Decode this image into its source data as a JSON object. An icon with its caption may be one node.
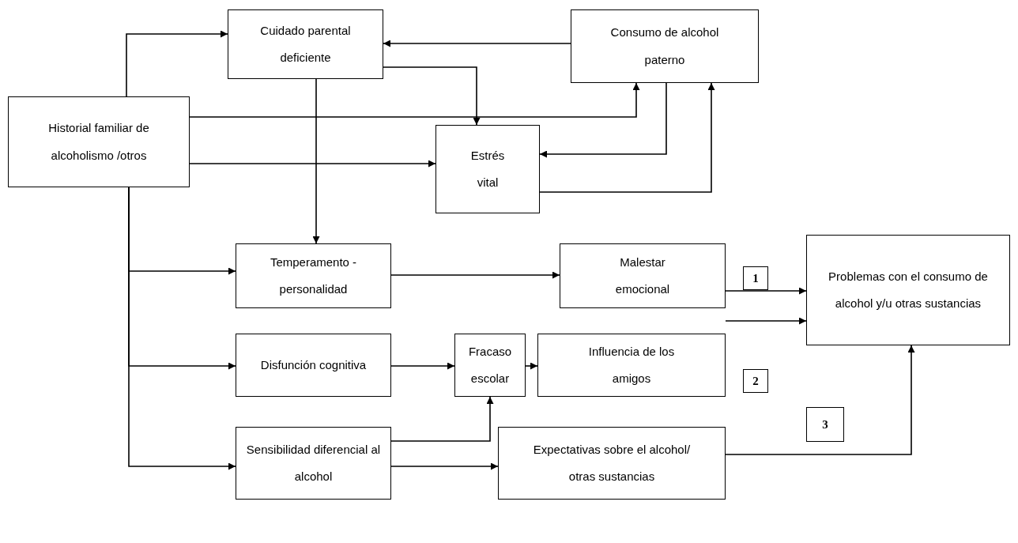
{
  "diagram": {
    "nodes": [
      {
        "text": [
          "Historial familiar de alcoholismo /otros"
        ]
      },
      {
        "text": [
          "Cuidado parental deficiente"
        ]
      },
      {
        "text": [
          "Consumo de alcohol paterno"
        ]
      },
      {
        "text": [
          "Estrés vital"
        ]
      },
      {
        "text": [
          "Temperamento - personalidad"
        ]
      },
      {
        "text": [
          "Malestar emocional"
        ]
      },
      {
        "text": [
          "Problemas con el consumo de alcohol y/u otras sustancias"
        ]
      },
      {
        "text": [
          "Disfunción cognitiva"
        ]
      },
      {
        "text": [
          "Fracaso escolar"
        ]
      },
      {
        "text": [
          "Influencia de los amigos"
        ]
      },
      {
        "text": [
          "Sensibilidad diferencial al alcohol"
        ]
      },
      {
        "text": [
          "Expectativas sobre el alcohol/ otras sustancias"
        ]
      },
      {
        "text": [
          "1"
        ]
      },
      {
        "text": [
          "2"
        ]
      },
      {
        "text": [
          "3"
        ]
      }
    ],
    "edges": [
      {
        "from": 0,
        "to": 1,
        "arrow": "to"
      },
      {
        "from": 2,
        "to": 1,
        "arrow": "to"
      },
      {
        "from": 0,
        "to": 2,
        "arrow": "to"
      },
      {
        "from": 1,
        "to": 3,
        "arrow": "to"
      },
      {
        "from": 2,
        "to": 3,
        "arrow": "to"
      },
      {
        "from": 3,
        "to": 2,
        "arrow": "to"
      },
      {
        "from": 0,
        "to": 3,
        "arrow": "to"
      },
      {
        "from": 1,
        "to": 4,
        "arrow": "to"
      },
      {
        "from": 0,
        "to": 4,
        "arrow": "to"
      },
      {
        "from": 0,
        "to": 7,
        "arrow": "to"
      },
      {
        "from": 0,
        "to": 10,
        "arrow": "to"
      },
      {
        "from": 4,
        "to": 5,
        "arrow": "to"
      },
      {
        "from": 5,
        "to": 6,
        "arrow": "to"
      },
      {
        "from": 7,
        "to": 8,
        "arrow": "to"
      },
      {
        "from": 8,
        "to": 9,
        "arrow": "to"
      },
      {
        "from": 9,
        "to": 6,
        "arrow": "to"
      },
      {
        "from": 10,
        "to": 8,
        "arrow": "to"
      },
      {
        "from": 10,
        "to": 11,
        "arrow": "to"
      },
      {
        "from": 11,
        "to": 6,
        "arrow": "to"
      }
    ]
  }
}
